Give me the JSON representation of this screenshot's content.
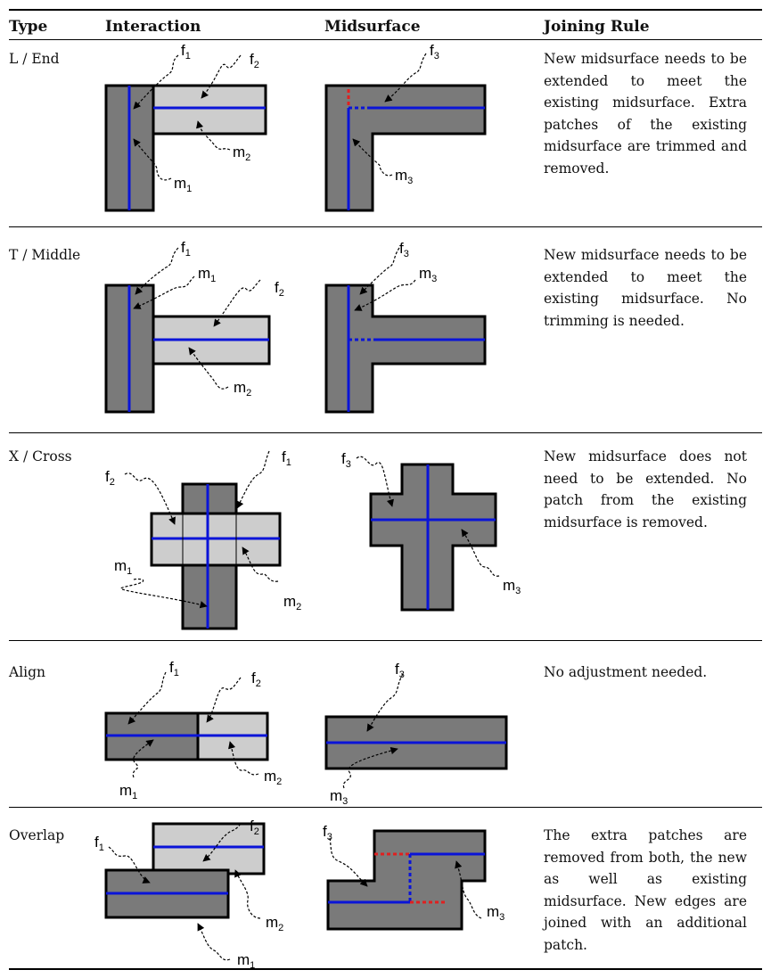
{
  "headers": {
    "type": "Type",
    "interaction": "Interaction",
    "midsurface": "Midsurface",
    "rule": "Joining Rule"
  },
  "rows": [
    {
      "type": "L / End",
      "rule": "New midsurface needs to be extended to meet the existing midsurface. Extra patches of the existing midsurface are trimmed and removed."
    },
    {
      "type": "T / Middle",
      "rule": "New midsurface needs to be extended to meet the existing midsurface. No trimming is needed."
    },
    {
      "type": "X / Cross",
      "rule": "New midsurface does not need to be extended. No patch from the existing midsurface is removed."
    },
    {
      "type": "Align",
      "rule": "No adjustment needed."
    },
    {
      "type": "Overlap",
      "rule": "The extra patches are removed from both, the new as well as existing midsurface. New edges are joined with an additional patch."
    }
  ],
  "labels": {
    "f1": "f",
    "f2": "f",
    "f3": "f",
    "m1": "m",
    "m2": "m",
    "m3": "m",
    "s1": "1",
    "s2": "2",
    "s3": "3"
  },
  "colors": {
    "dark_face": "#7a7a7a",
    "light_face": "#cdcdcd",
    "midsurface": "#0a14d8",
    "trim": "#e02020"
  }
}
